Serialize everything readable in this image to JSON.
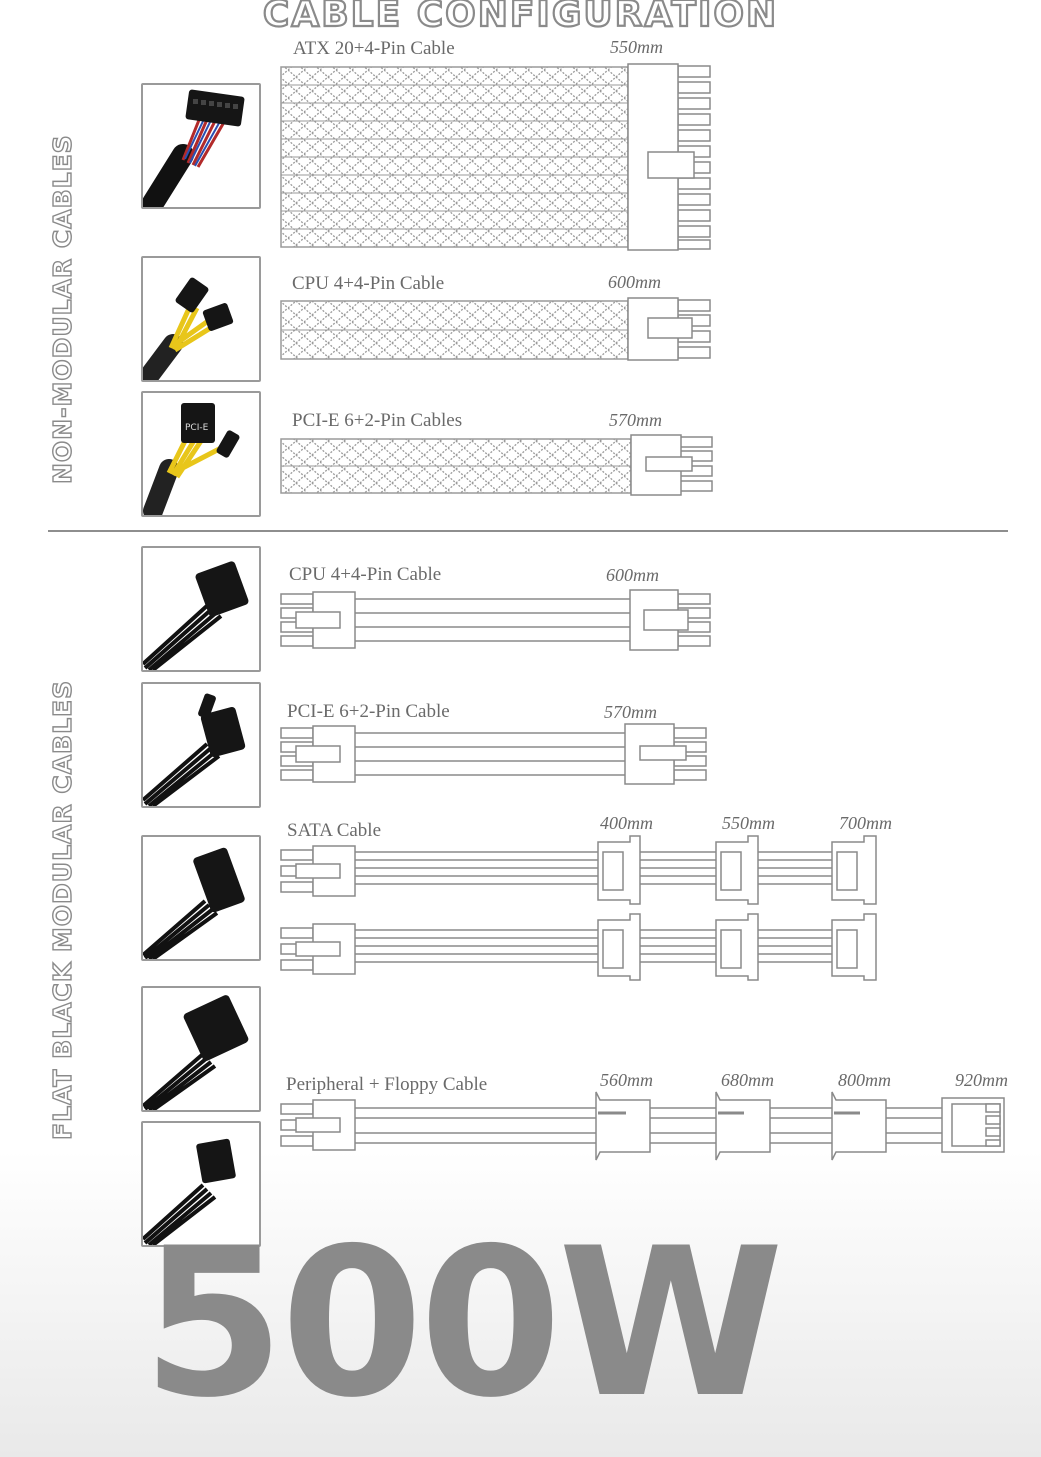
{
  "title": "CABLE CONFIGURATION",
  "sections": {
    "non_modular": "NON-MODULAR CABLES",
    "modular": "FLAT BLACK MODULAR CABLES"
  },
  "cables": {
    "atx": {
      "label": "ATX 20+4-Pin Cable",
      "length": "550mm"
    },
    "cpu_nm": {
      "label": "CPU 4+4-Pin Cable",
      "length": "600mm"
    },
    "pcie_nm": {
      "label": "PCI-E 6+2-Pin Cables",
      "length": "570mm"
    },
    "cpu_m": {
      "label": "CPU 4+4-Pin Cable",
      "length": "600mm"
    },
    "pcie_m": {
      "label": "PCI-E 6+2-Pin Cable",
      "length": "570mm"
    },
    "sata": {
      "label": "SATA Cable",
      "lengths": [
        "400mm",
        "550mm",
        "700mm"
      ]
    },
    "peripheral": {
      "label": "Peripheral + Floppy Cable",
      "lengths": [
        "560mm",
        "680mm",
        "800mm",
        "920mm"
      ]
    }
  },
  "thumb_labels": {
    "pcie": "PCI-E"
  },
  "wattage": "500W",
  "colors": {
    "ink": "#6f6f6f",
    "line": "#8a8a8a",
    "mesh": "#9a9a9a",
    "wire_yellow": "#e8c61a",
    "wire_black": "#111111"
  }
}
